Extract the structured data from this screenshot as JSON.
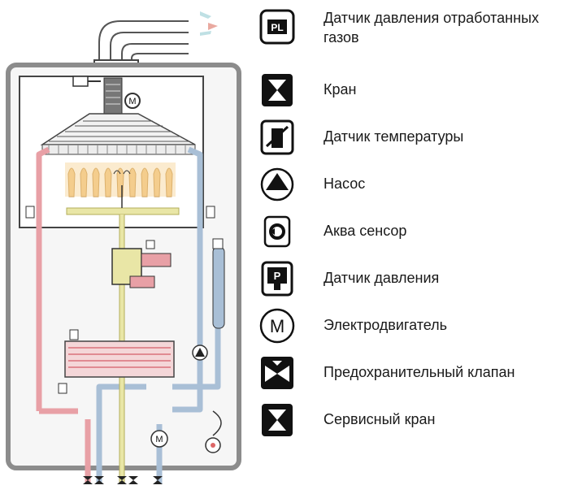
{
  "legend": {
    "items": [
      {
        "icon": "pl-pressure-sensor-icon",
        "label": "Датчик давления отработанных газов"
      },
      {
        "icon": "valve-icon",
        "label": "Кран"
      },
      {
        "icon": "temperature-sensor-icon",
        "label": "Датчик  температуры"
      },
      {
        "icon": "pump-icon",
        "label": "Насос"
      },
      {
        "icon": "aqua-sensor-icon",
        "label": "Аква сенсор"
      },
      {
        "icon": "pressure-sensor-icon",
        "label": "Датчик  давления"
      },
      {
        "icon": "motor-icon",
        "label": "Электродвигатель"
      },
      {
        "icon": "safety-valve-icon",
        "label": "Предохранительный клапан"
      },
      {
        "icon": "service-valve-icon",
        "label": "Сервисный кран"
      }
    ]
  },
  "diagram": {
    "pl_text": "PL",
    "p_text": "P",
    "m_text": "M",
    "colors": {
      "hot": "#e8a0a6",
      "cold": "#a9bfd6",
      "gas": "#e9e6a6",
      "flame": "#f0c06a",
      "casing": "#8c8c8c",
      "outline": "#333333"
    }
  }
}
